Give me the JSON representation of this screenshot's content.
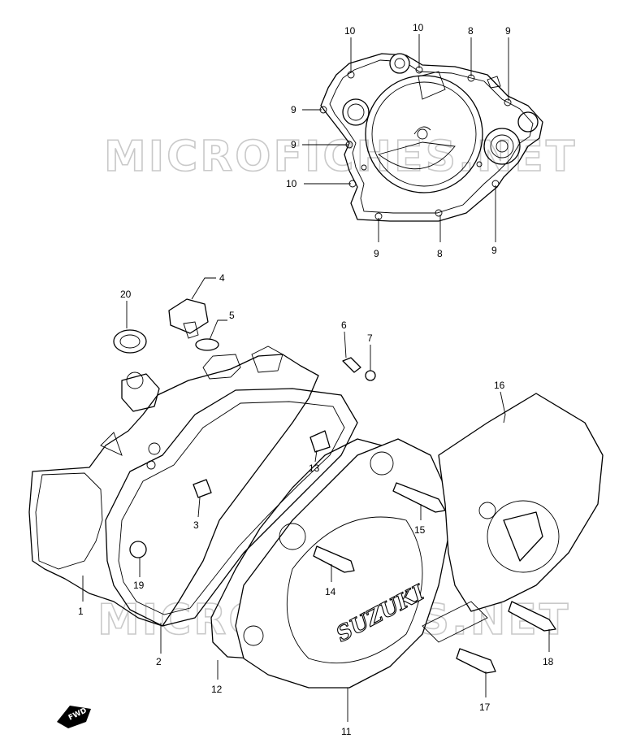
{
  "watermark_text": "MICROFICHES.NET",
  "cover_brand": "SUZUKI",
  "forward_marker": "FWD",
  "callouts": [
    {
      "id": "10a",
      "text": "10"
    },
    {
      "id": "10b",
      "text": "10"
    },
    {
      "id": "8a",
      "text": "8"
    },
    {
      "id": "9a",
      "text": "9"
    },
    {
      "id": "9b",
      "text": "9"
    },
    {
      "id": "9c",
      "text": "9"
    },
    {
      "id": "10c",
      "text": "10"
    },
    {
      "id": "9d",
      "text": "9"
    },
    {
      "id": "8b",
      "text": "8"
    },
    {
      "id": "9e",
      "text": "9"
    },
    {
      "id": "20",
      "text": "20"
    },
    {
      "id": "4",
      "text": "4"
    },
    {
      "id": "5",
      "text": "5"
    },
    {
      "id": "6",
      "text": "6"
    },
    {
      "id": "7",
      "text": "7"
    },
    {
      "id": "16",
      "text": "16"
    },
    {
      "id": "13",
      "text": "13"
    },
    {
      "id": "3",
      "text": "3"
    },
    {
      "id": "15",
      "text": "15"
    },
    {
      "id": "14",
      "text": "14"
    },
    {
      "id": "19",
      "text": "19"
    },
    {
      "id": "1",
      "text": "1"
    },
    {
      "id": "2",
      "text": "2"
    },
    {
      "id": "12",
      "text": "12"
    },
    {
      "id": "18",
      "text": "18"
    },
    {
      "id": "17",
      "text": "17"
    },
    {
      "id": "11",
      "text": "11"
    }
  ]
}
